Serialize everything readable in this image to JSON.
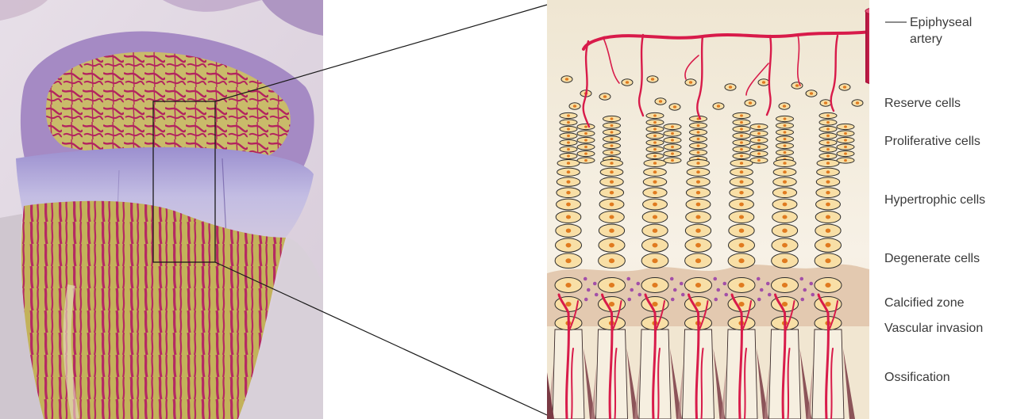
{
  "labels": {
    "epiphyseal_artery_line1": "Epiphyseal",
    "epiphyseal_artery_line2": "artery",
    "reserve_cells": "Reserve cells",
    "proliferative_cells": "Proliferative cells",
    "hypertrophic_cells": "Hypertrophic cells",
    "degenerate_cells": "Degenerate cells",
    "calcified_zone": "Calcified zone",
    "vascular_invasion": "Vascular invasion",
    "ossification": "Ossification"
  },
  "colors": {
    "artery": "#d81b4a",
    "cartilage_background": "#f3ead6",
    "cell_fill": "#f8dfa6",
    "cell_outline": "#2b2b2b",
    "nucleus": "#e07a1f",
    "calcified_matrix": "#e3c9b0",
    "calcium_deposits": "#a24fa8",
    "bone_dark": "#7a3a44",
    "histology_purple": "#c9a3c8",
    "histology_olive": "#b6a653",
    "histology_magenta": "#b32c6a"
  },
  "columns": 7
}
